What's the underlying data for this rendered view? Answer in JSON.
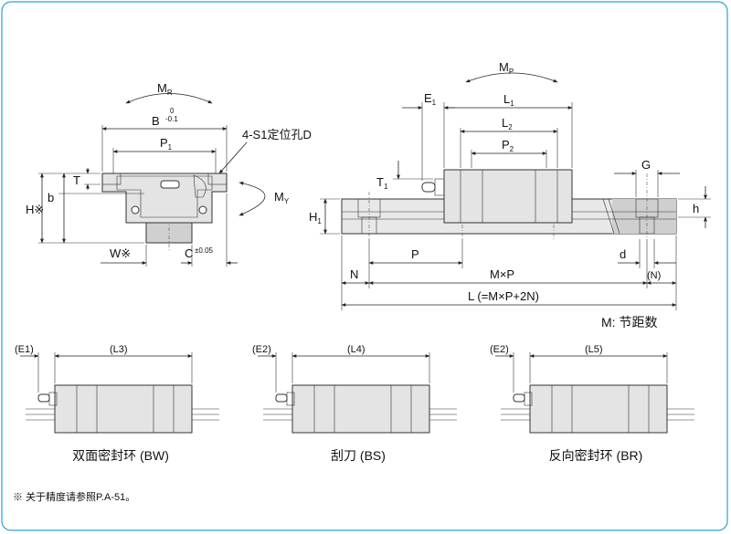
{
  "colors": {
    "frame": "#2f9fd8",
    "block": "#e4e4e4",
    "rail": "#d0d0d0",
    "shade": "#bdbdbd",
    "line": "#222222"
  },
  "end_view": {
    "moment_roll": "MR",
    "width": "B",
    "width_tol_top": "0",
    "width_tol_bot": "-0.1",
    "bolt_pitch": "P1",
    "holes": "4-S1定位孔D",
    "moment_yaw": "MY",
    "height": "H※",
    "rail_height": "b",
    "top_thick": "T",
    "rail_width": "W※",
    "rail_offset": "C",
    "rail_offset_tol": "±0.05"
  },
  "side_view": {
    "moment_pitch": "MP",
    "end_ext": "E1",
    "block_len": "L1",
    "body_len": "L2",
    "hole_pitch": "P2",
    "rail_hole_dia": "G",
    "depth": "h",
    "seal_height": "T1",
    "rail_top": "H1",
    "rail_pitch": "P",
    "counter_dia": "d",
    "end_n": "N",
    "mxp": "M×P",
    "end_n_paren": "(N)",
    "total": "L (=M×P+2N)",
    "legend": "M: 节距数"
  },
  "variants": [
    {
      "ext": "(E1)",
      "len": "(L3)",
      "caption": "双面密封环 (BW)"
    },
    {
      "ext": "(E2)",
      "len": "(L4)",
      "caption": "刮刀 (BS)"
    },
    {
      "ext": "(E2)",
      "len": "(L5)",
      "caption": "反向密封环 (BR)"
    }
  ],
  "footnote": "※ 关于精度请参照P.A-51。"
}
